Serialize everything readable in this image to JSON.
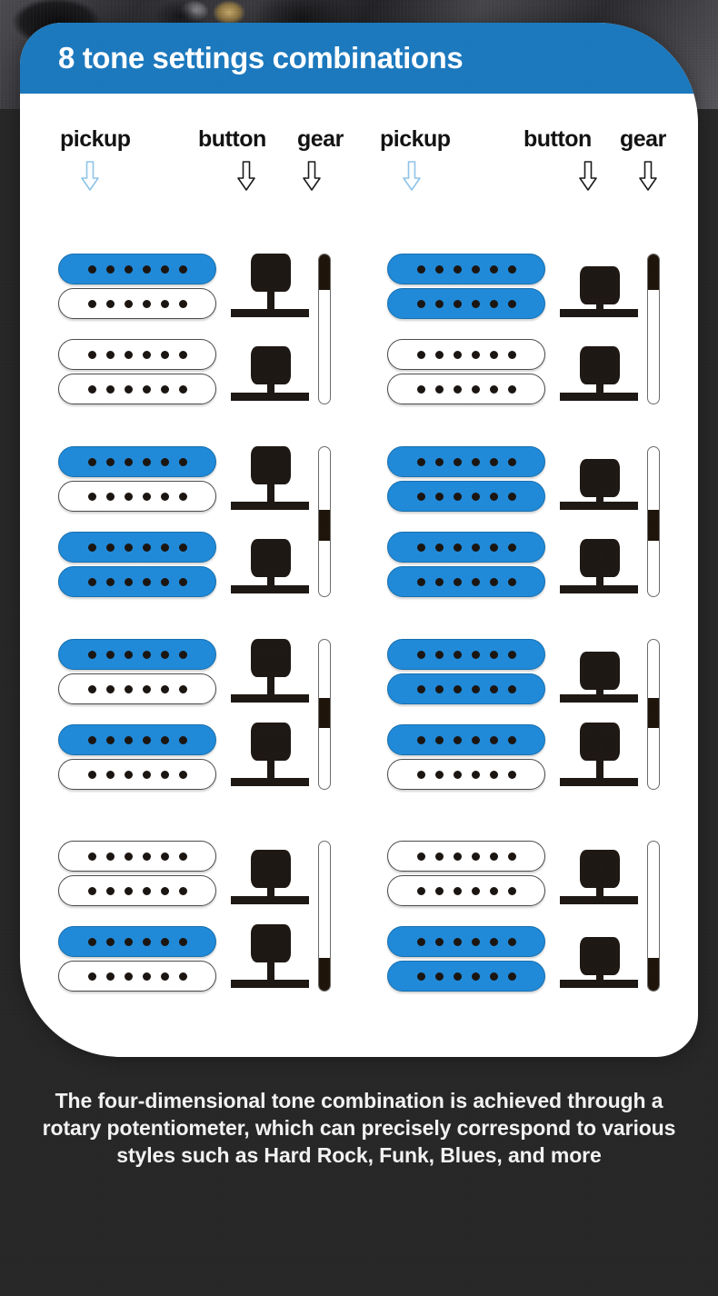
{
  "header": {
    "title": "8 tone settings combinations",
    "bar_color": "#1b78bd"
  },
  "colors": {
    "accent_blue": "#1f89d8",
    "header_blue": "#1b78bd",
    "dark": "#1d1713",
    "card_bg": "#ffffff",
    "page_bg": "#262626",
    "pickup_arrow": "#8fc3e8",
    "other_arrow": "#1a1a1a"
  },
  "columns": [
    {
      "label": "pickup",
      "arrow_icon": "arrow-down-outline",
      "arrow_color": "#8fc3e8"
    },
    {
      "label": "button",
      "arrow_icon": "arrow-down-outline",
      "arrow_color": "#1a1a1a"
    },
    {
      "label": "gear",
      "arrow_icon": "arrow-down-outline",
      "arrow_color": "#1a1a1a"
    },
    {
      "label": "pickup",
      "arrow_icon": "arrow-down-outline",
      "arrow_color": "#8fc3e8"
    },
    {
      "label": "button",
      "arrow_icon": "arrow-down-outline",
      "arrow_color": "#1a1a1a"
    },
    {
      "label": "gear",
      "arrow_icon": "arrow-down-outline",
      "arrow_color": "#1a1a1a"
    }
  ],
  "combinations": [
    {
      "index": 1,
      "column": "left",
      "row": 1,
      "coils": [
        true,
        false,
        false,
        false
      ],
      "switches": [
        "up",
        "down"
      ],
      "gear": {
        "fill_top_pct": 0,
        "fill_height_pct": 24
      }
    },
    {
      "index": 2,
      "column": "right",
      "row": 1,
      "coils": [
        true,
        true,
        false,
        false
      ],
      "switches": [
        "flush",
        "down"
      ],
      "gear": {
        "fill_top_pct": 0,
        "fill_height_pct": 24
      }
    },
    {
      "index": 3,
      "column": "left",
      "row": 2,
      "coils": [
        true,
        false,
        true,
        true
      ],
      "switches": [
        "up",
        "down"
      ],
      "gear": {
        "fill_top_pct": 42,
        "fill_height_pct": 21
      }
    },
    {
      "index": 4,
      "column": "right",
      "row": 2,
      "coils": [
        true,
        true,
        true,
        true
      ],
      "switches": [
        "flush",
        "down"
      ],
      "gear": {
        "fill_top_pct": 42,
        "fill_height_pct": 21
      }
    },
    {
      "index": 5,
      "column": "left",
      "row": 3,
      "coils": [
        true,
        false,
        true,
        false
      ],
      "switches": [
        "up",
        "up"
      ],
      "gear": {
        "fill_top_pct": 39,
        "fill_height_pct": 20
      }
    },
    {
      "index": 6,
      "column": "right",
      "row": 3,
      "coils": [
        true,
        true,
        true,
        false
      ],
      "switches": [
        "flush",
        "up"
      ],
      "gear": {
        "fill_top_pct": 39,
        "fill_height_pct": 20
      }
    },
    {
      "index": 7,
      "column": "left",
      "row": 4,
      "coils": [
        false,
        false,
        true,
        false
      ],
      "switches": [
        "down",
        "up"
      ],
      "gear": {
        "fill_top_pct": 78,
        "fill_height_pct": 22
      }
    },
    {
      "index": 8,
      "column": "right",
      "row": 4,
      "coils": [
        false,
        false,
        true,
        true
      ],
      "switches": [
        "down",
        "flush"
      ],
      "gear": {
        "fill_top_pct": 78,
        "fill_height_pct": 22
      }
    }
  ],
  "pole_count_per_coil": 6,
  "caption": {
    "text": "The four-dimensional tone combination is achieved through a rotary potentiometer, which can precisely correspond to various styles such as Hard Rock, Funk, Blues, and more"
  }
}
